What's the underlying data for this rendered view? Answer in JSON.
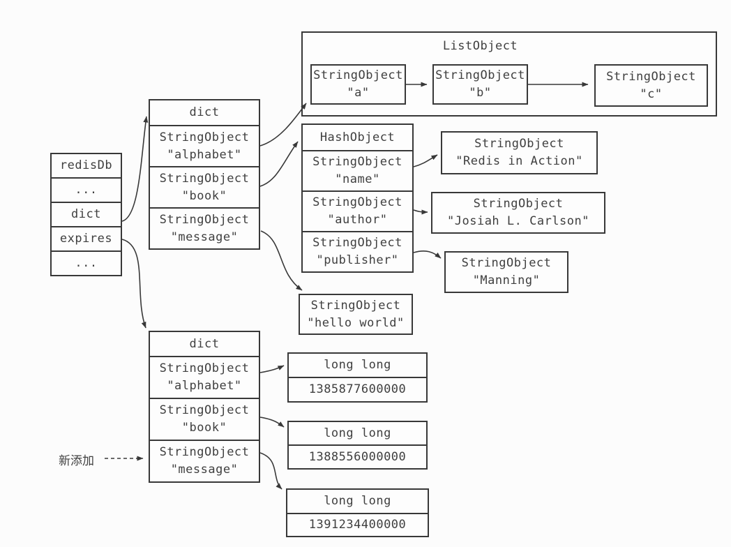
{
  "colors": {
    "border": "#383838",
    "text": "#3f3f3f",
    "background": "#fcfcfc"
  },
  "redisdb": {
    "rows": [
      "redisDb",
      "...",
      "dict",
      "expires",
      "..."
    ]
  },
  "dict_top": {
    "header": "dict",
    "entries": [
      {
        "type": "StringObject",
        "key": "\"alphabet\""
      },
      {
        "type": "StringObject",
        "key": "\"book\""
      },
      {
        "type": "StringObject",
        "key": "\"message\""
      }
    ]
  },
  "list_object": {
    "header": "ListObject",
    "items": [
      {
        "type": "StringObject",
        "value": "\"a\""
      },
      {
        "type": "StringObject",
        "value": "\"b\""
      },
      {
        "type": "StringObject",
        "value": "\"c\""
      }
    ]
  },
  "hash_object": {
    "header": "HashObject",
    "entries": [
      {
        "type": "StringObject",
        "key": "\"name\""
      },
      {
        "type": "StringObject",
        "key": "\"author\""
      },
      {
        "type": "StringObject",
        "key": "\"publisher\""
      }
    ]
  },
  "hash_values": [
    {
      "type": "StringObject",
      "value": "\"Redis in Action\""
    },
    {
      "type": "StringObject",
      "value": "\"Josiah L. Carlson\""
    },
    {
      "type": "StringObject",
      "value": "\"Manning\""
    }
  ],
  "hello_world": {
    "type": "StringObject",
    "value": "\"hello world\""
  },
  "dict_bottom": {
    "header": "dict",
    "entries": [
      {
        "type": "StringObject",
        "key": "\"alphabet\""
      },
      {
        "type": "StringObject",
        "key": "\"book\""
      },
      {
        "type": "StringObject",
        "key": "\"message\""
      }
    ]
  },
  "expire_values": [
    {
      "header": "long long",
      "value": "1385877600000"
    },
    {
      "header": "long long",
      "value": "1388556000000"
    },
    {
      "header": "long long",
      "value": "1391234400000"
    }
  ],
  "annotation": {
    "label": "新添加"
  }
}
